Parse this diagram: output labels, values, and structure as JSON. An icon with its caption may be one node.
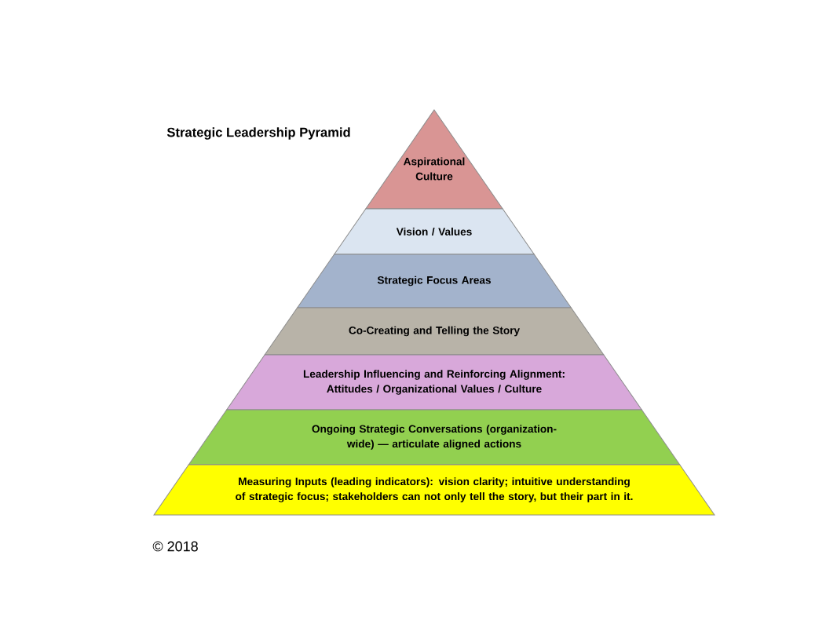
{
  "diagram": {
    "title": "Strategic Leadership Pyramid",
    "nodes": [
      {
        "text": [
          "Aspirational Culture"
        ]
      },
      {
        "text": [
          "Vision / Values"
        ]
      },
      {
        "text": [
          "Strategic Focus Areas"
        ]
      },
      {
        "text": [
          "Co-Creating and Telling the Story"
        ]
      },
      {
        "text": [
          "Leadership Influencing and Reinforcing Alignment: Attitudes / Organizational Values / Culture"
        ]
      },
      {
        "text": [
          "Ongoing Strategic Conversations (organization-wide) — articulate aligned actions"
        ]
      },
      {
        "text": [
          "Measuring Inputs (leading indicators): vision clarity; intuitive understanding of strategic focus; stakeholders can not only tell the story, but their part in it."
        ]
      }
    ],
    "labels": [
      "© 2018"
    ]
  }
}
